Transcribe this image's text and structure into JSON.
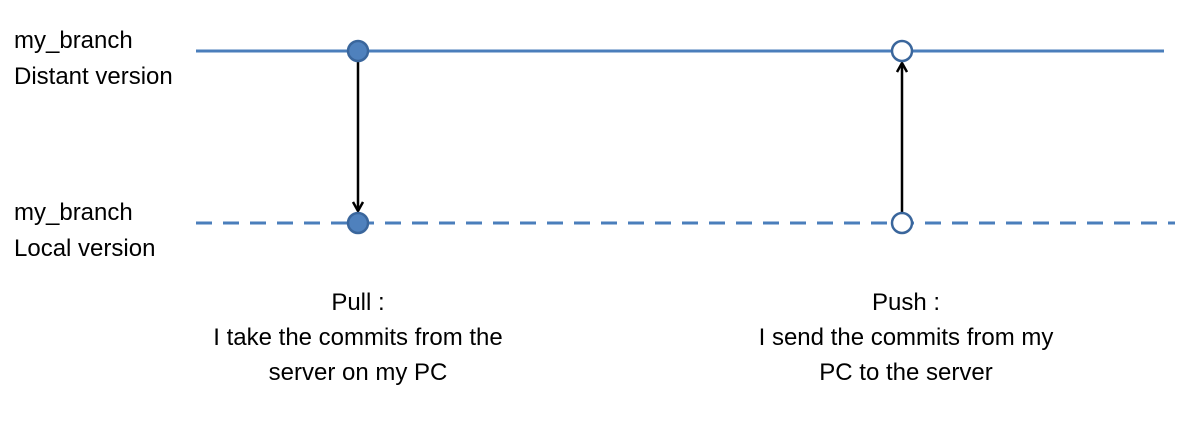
{
  "colors": {
    "line": "#4a7ebb",
    "node_fill": "#4f81bd",
    "node_stroke": "#3a669c",
    "arrow": "#000000"
  },
  "branches": {
    "distant": {
      "name": "my_branch",
      "version": "Distant version",
      "style": "solid"
    },
    "local": {
      "name": "my_branch",
      "version": "Local version",
      "style": "dashed"
    }
  },
  "actions": {
    "pull": {
      "title": "Pull :",
      "line1": "I take the commits from the",
      "line2": "server on my PC",
      "direction": "distant-to-local",
      "node": "filled"
    },
    "push": {
      "title": "Push :",
      "line1": "I send the commits from my",
      "line2": "PC to the server",
      "direction": "local-to-distant",
      "node": "hollow"
    }
  }
}
